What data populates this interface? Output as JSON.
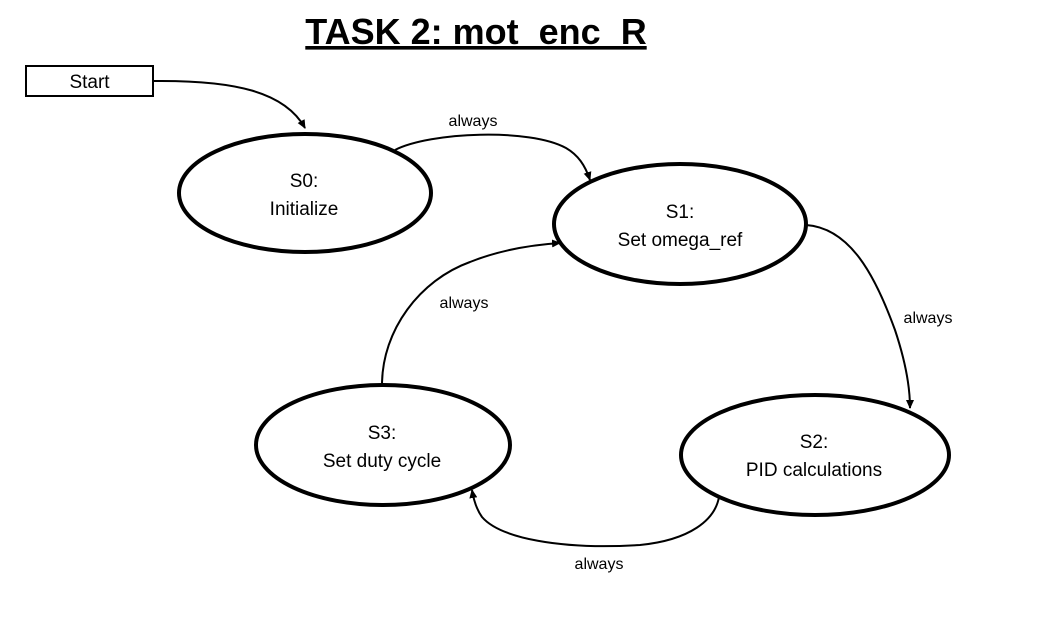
{
  "title": "TASK 2: mot_enc_R",
  "start": {
    "label": "Start"
  },
  "states": {
    "s0": {
      "id": "S0:",
      "name": "Initialize"
    },
    "s1": {
      "id": "S1:",
      "name": "Set omega_ref"
    },
    "s2": {
      "id": "S2:",
      "name": "PID calculations"
    },
    "s3": {
      "id": "S3:",
      "name": "Set duty cycle"
    }
  },
  "transitions": {
    "s0_s1": "always",
    "s1_s2": "always",
    "s2_s3": "always",
    "s3_s1": "always"
  },
  "colors": {
    "stroke": "#000000",
    "background": "#ffffff",
    "text": "#000000"
  }
}
